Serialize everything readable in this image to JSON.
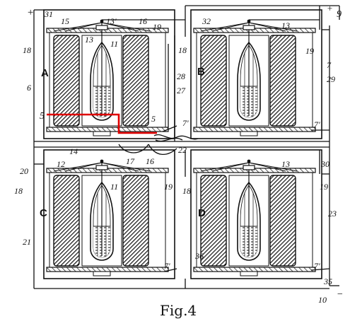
{
  "figure": {
    "caption": "Fig.4",
    "colors": {
      "ink": "#111111",
      "label_blue": "#1f3fc8",
      "highlight_red": "#e00000"
    },
    "unit_labels": {
      "A": "A",
      "B": "B",
      "C": "C",
      "D": "D"
    },
    "terminals": {
      "plus": "+",
      "minus": "−"
    },
    "numerals": {
      "n31": "31",
      "n15": "15",
      "n13p": "13'",
      "n16": "16",
      "n19a": "19",
      "n18a": "18",
      "n13a": "13",
      "n11a": "11",
      "n6": "6",
      "n28": "28",
      "n27": "27",
      "n5red": "5",
      "n5": "5",
      "n7pa": "7'",
      "n14": "14",
      "n12": "12",
      "n17": "17",
      "n16b": "16",
      "n20": "20",
      "n22": "22",
      "n32": "32",
      "n13b": "13",
      "n18b": "18",
      "n19b": "19",
      "n7": "7",
      "n29": "29",
      "n7pb": "7'",
      "n9": "9",
      "n18c": "18",
      "n11c": "11",
      "n19c": "19",
      "n21": "21",
      "n7pc": "7'",
      "n30": "30",
      "n13d": "13",
      "n18d": "18",
      "n19d": "19",
      "n23": "23",
      "n36": "36",
      "n7pd": "7'",
      "n35": "35",
      "n10": "10"
    }
  }
}
